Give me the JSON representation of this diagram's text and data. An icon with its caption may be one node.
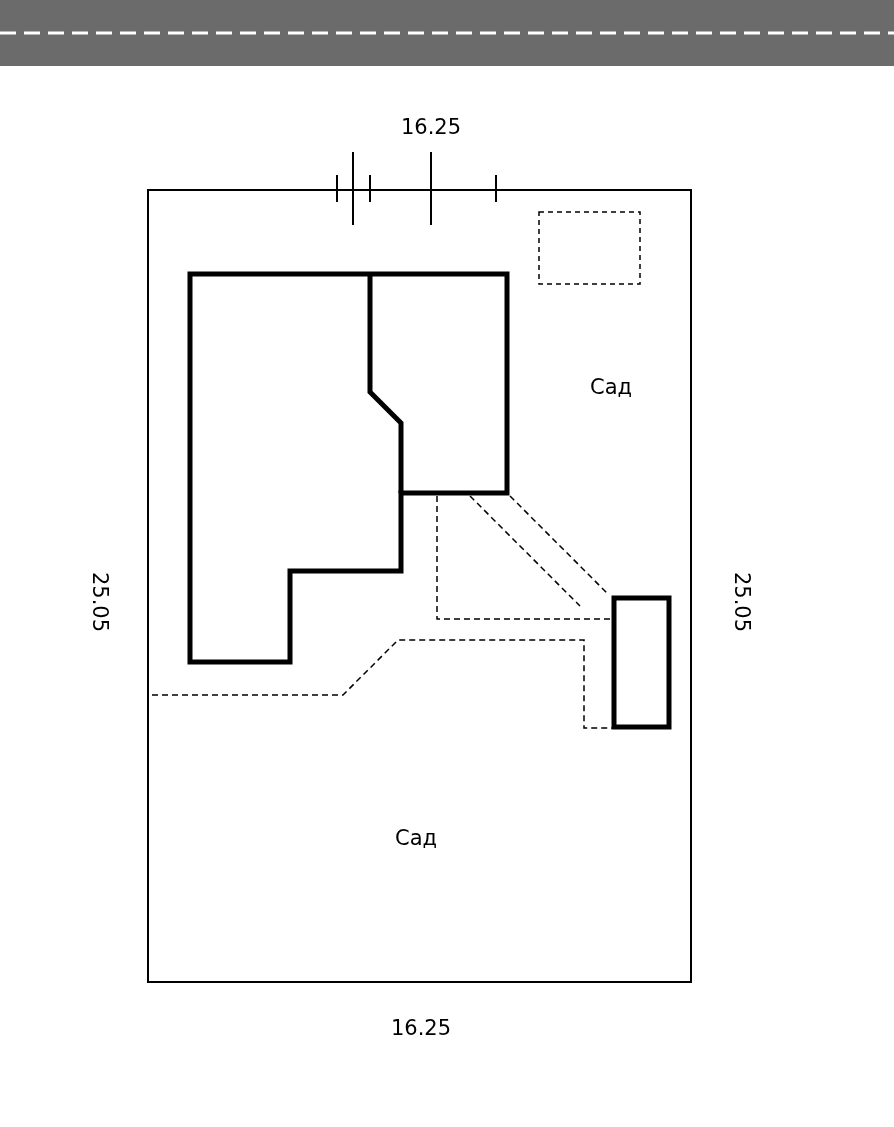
{
  "diagram": {
    "labels": [
      "16.25",
      "Сад",
      "25.05",
      "25.05",
      "Сад",
      "16.25"
    ]
  }
}
